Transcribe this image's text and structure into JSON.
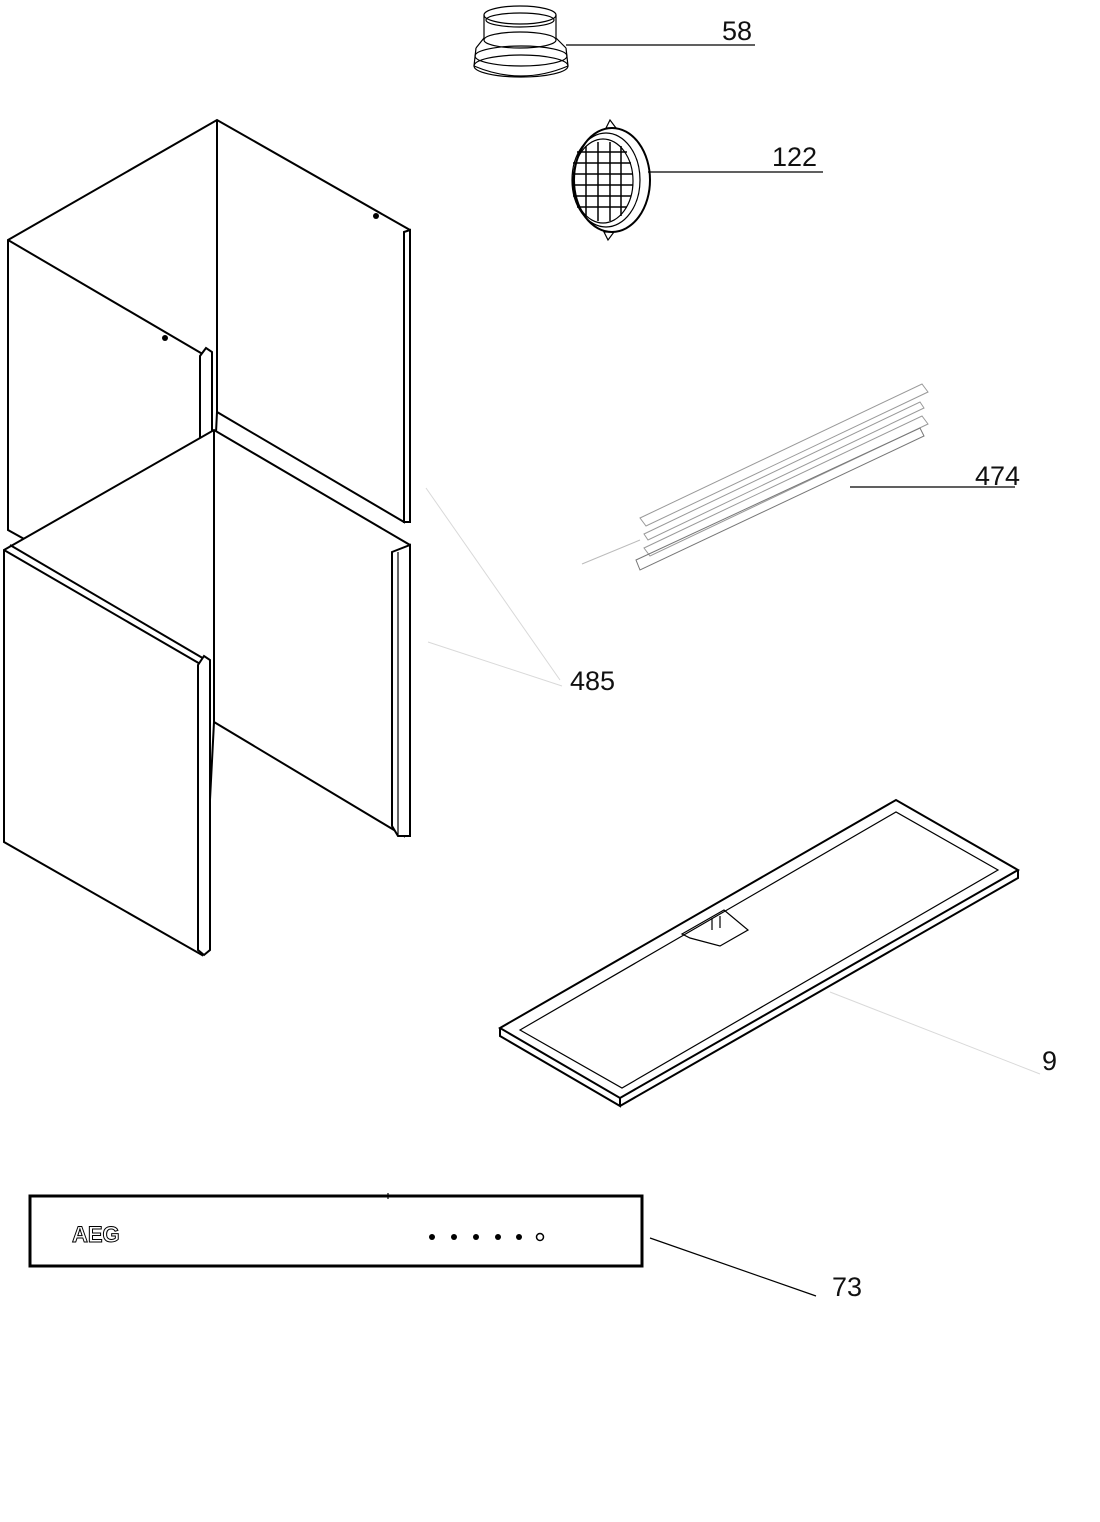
{
  "diagram": {
    "parts": [
      {
        "id": "p58",
        "label": "58"
      },
      {
        "id": "p122",
        "label": "122"
      },
      {
        "id": "p474",
        "label": "474"
      },
      {
        "id": "p485",
        "label": "485"
      },
      {
        "id": "p9",
        "label": "9"
      },
      {
        "id": "p73",
        "label": "73"
      }
    ],
    "control_panel": {
      "brand": "AEG"
    }
  }
}
